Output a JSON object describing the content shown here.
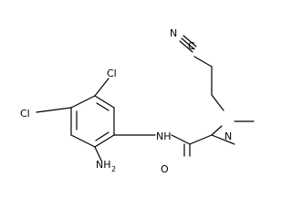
{
  "molecule": {
    "atoms": {
      "cl_top": "Cl",
      "cl_left": "Cl",
      "nh": "NH",
      "n_methyl": "N",
      "o_carbonyl": "O",
      "n_nitrile_symbol": "N",
      "c_nitrile_symbol": "C",
      "nh2_main": "NH",
      "nh2_sub": "2"
    }
  }
}
